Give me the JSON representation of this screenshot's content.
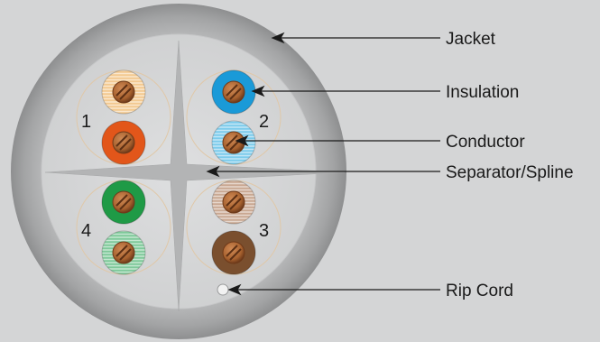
{
  "diagram": {
    "callouts": {
      "jacket": "Jacket",
      "insulation": "Insulation",
      "conductor": "Conductor",
      "separator": "Separator/Spline",
      "rip_cord": "Rip Cord"
    },
    "pairs": [
      {
        "number": "1",
        "solid_color": "#e2561a",
        "stripe_color": "#f3c990",
        "label": "1"
      },
      {
        "number": "2",
        "solid_color": "#1a9ad8",
        "stripe_color": "#7ccbeb",
        "label": "2"
      },
      {
        "number": "3",
        "solid_color": "#7a4f2e",
        "stripe_color": "#c9a892",
        "label": "3"
      },
      {
        "number": "4",
        "solid_color": "#1f9a46",
        "stripe_color": "#7fc99a",
        "label": "4"
      }
    ],
    "colors": {
      "background": "#d4d5d6",
      "jacket": "#a9aaab",
      "jacket_edge": "#8e8f90",
      "inner": "#d9dadb",
      "spline": "#b3b4b5",
      "copper": "#b06a3c",
      "copper_dark": "#7a4423",
      "leader": "#1a1a1a"
    }
  }
}
